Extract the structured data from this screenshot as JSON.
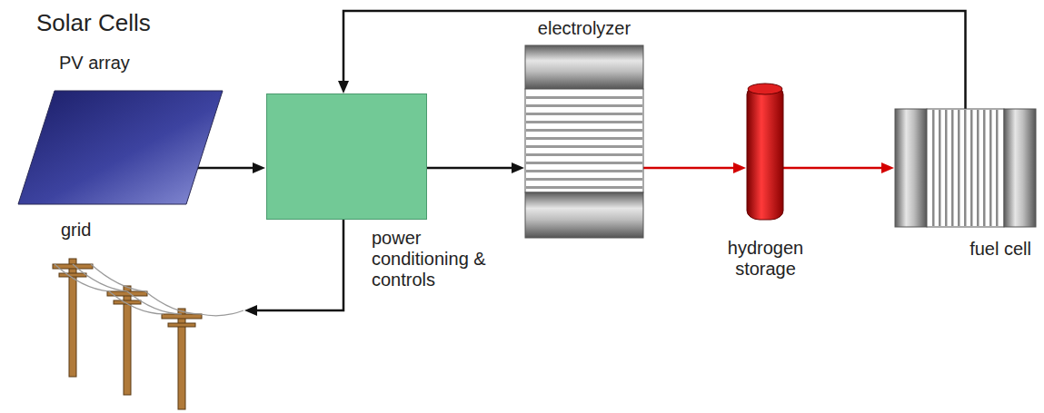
{
  "diagram": {
    "title": "Solar Cells",
    "nodes": [
      {
        "text": [
          "PV array"
        ]
      },
      {
        "text": [
          "power conditioning & controls"
        ]
      },
      {
        "text": [
          "electrolyzer"
        ]
      },
      {
        "text": [
          "hydrogen storage"
        ]
      },
      {
        "text": [
          "fuel cell"
        ]
      },
      {
        "text": [
          "grid"
        ]
      }
    ],
    "edges": [
      {
        "from": 0,
        "to": 1,
        "arrow": "to"
      },
      {
        "from": 1,
        "to": 2,
        "arrow": "to"
      },
      {
        "from": 2,
        "to": 3,
        "arrow": "to"
      },
      {
        "from": 3,
        "to": 4,
        "arrow": "to"
      },
      {
        "from": 4,
        "to": 1,
        "arrow": "to"
      },
      {
        "from": 1,
        "to": 5,
        "arrow": "to"
      }
    ]
  }
}
